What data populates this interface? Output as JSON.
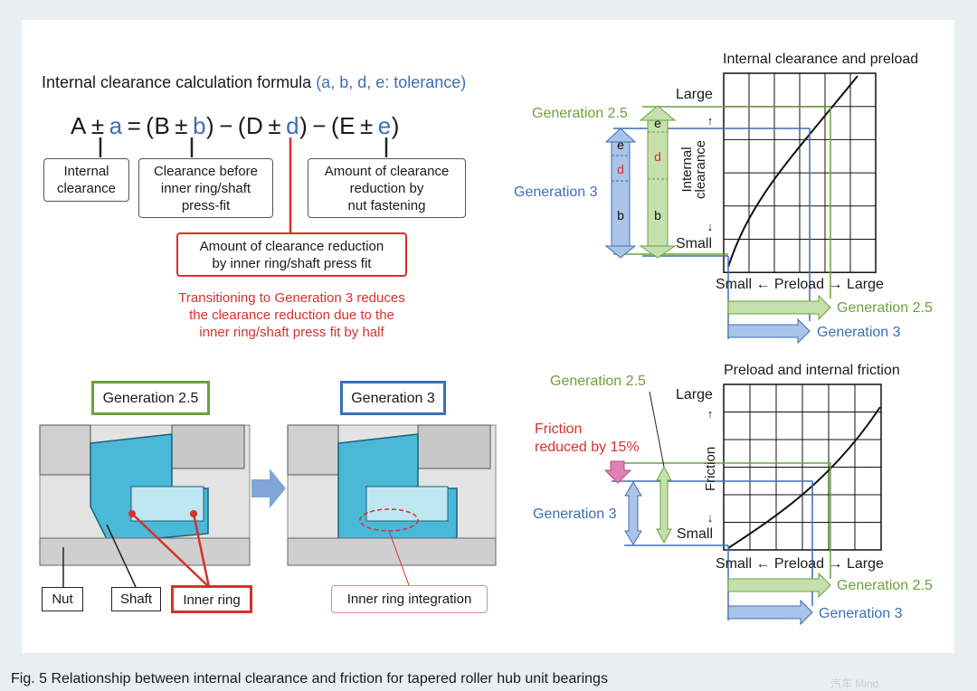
{
  "formula": {
    "title": "Internal clearance calculation formula",
    "title_note": "(a, b, d, e: tolerance)",
    "parts": [
      "A",
      "±",
      "a",
      "=",
      "(B",
      "±",
      "b)",
      "−",
      "(D",
      "±",
      "d)",
      "−",
      "(E",
      "±",
      "e)"
    ]
  },
  "boxes": {
    "internal_clearance": "Internal\nclearance",
    "clearance_before": "Clearance before\ninner ring/shaft\npress-fit",
    "nut_reduction": "Amount of clearance\nreduction by\nnut fastening",
    "press_fit_reduction": "Amount of clearance reduction\nby inner ring/shaft press fit"
  },
  "note": "Transitioning to Generation 3 reduces\nthe clearance reduction due to the\ninner ring/shaft press fit by half",
  "bearings": {
    "gen25_label": "Generation 2.5",
    "gen3_label": "Generation 3",
    "nut": "Nut",
    "shaft": "Shaft",
    "inner_ring": "Inner ring",
    "inner_ring_integration": "Inner ring integration"
  },
  "chart_top": {
    "title": "Internal clearance and preload",
    "y_large": "Large",
    "y_small": "Small",
    "y_axis": "Internal\nclearance",
    "x_small": "Small",
    "x_axis": "Preload",
    "x_large": "Large",
    "gen25": "Generation 2.5",
    "gen3": "Generation 3",
    "stack_labels": [
      "e",
      "d",
      "b"
    ]
  },
  "chart_bottom": {
    "title": "Preload and internal friction",
    "y_large": "Large",
    "y_small": "Small",
    "y_axis": "Friction",
    "x_small": "Small",
    "x_axis": "Preload",
    "x_large": "Large",
    "gen25": "Generation 2.5",
    "gen3": "Generation 3",
    "friction_note": "Friction\nreduced by 15%"
  },
  "caption": "Fig. 5  Relationship between internal clearance and friction for tapered roller hub unit bearings",
  "watermark": "汽车 Mind",
  "colors": {
    "blue": "#3d6fb6",
    "green": "#6aa33a",
    "red": "#d9302c",
    "part_blue": "#4ab8d8"
  }
}
